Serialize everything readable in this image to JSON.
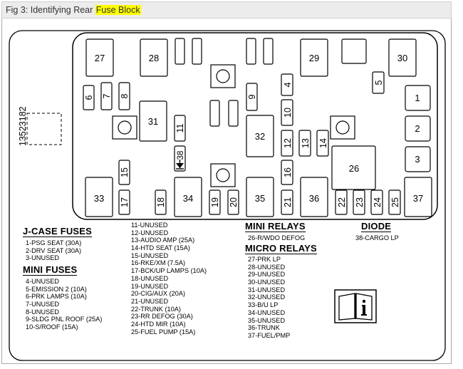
{
  "caption": {
    "prefix": "Fig 3: Identifying Rear ",
    "highlight": "Fuse Block"
  },
  "part_number": "13523182",
  "fuse_labels": {
    "r27": "27",
    "r28": "28",
    "r29": "29",
    "r30": "30",
    "r31": "31",
    "r32": "32",
    "r26": "26",
    "r33": "33",
    "r34": "34",
    "r35": "35",
    "r36": "36",
    "r37": "37",
    "f1": "1",
    "f2": "2",
    "f3": "3",
    "f4": "4",
    "f5": "5",
    "f6": "6",
    "f7": "7",
    "f8": "8",
    "f9": "9",
    "f10": "10",
    "f11": "11",
    "f12": "12",
    "f13": "13",
    "f14": "14",
    "f15": "15",
    "f16": "16",
    "f17": "17",
    "f18": "18",
    "f19": "19",
    "f20": "20",
    "f21": "21",
    "f22": "22",
    "f23": "23",
    "f24": "24",
    "f25": "25",
    "d38": "38"
  },
  "legend": {
    "jcase_title": "J-CASE FUSES",
    "jcase": [
      "1-PSG SEAT (30A)",
      "2-DRV SEAT (30A)",
      "3-UNUSED"
    ],
    "mini_fuses_title": "MINI FUSES",
    "mini_fuses": [
      "4-UNUSED",
      "5-EMISSION 2 (10A)",
      "6-PRK LAMPS (10A)",
      "7-UNUSED",
      "8-UNUSED",
      "9-SLDG PNL ROOF (25A)",
      "10-S/ROOF (15A)"
    ],
    "mini_fuses_2": [
      "11-UNUSED",
      "12-UNUSED",
      "13-AUDIO AMP (25A)",
      "14-HTD SEAT (15A)",
      "15-UNUSED",
      "16-RKE/XM (7.5A)",
      "17-BCK/UP LAMPS (10A)",
      "18-UNUSED",
      "19-UNUSED",
      "20-CIG/AUX (20A)",
      "21-UNUSED",
      "22-TRUNK (10A)",
      "23-RR DEFOG (30A)",
      "24-HTD MIR (10A)",
      "25-FUEL PUMP (15A)"
    ],
    "mini_relays_title": "MINI RELAYS",
    "mini_relays": [
      "26-R/WDO DEFOG"
    ],
    "micro_relays_title": "MICRO RELAYS",
    "micro_relays": [
      "27-PRK LP",
      "28-UNUSED",
      "29-UNUSED",
      "30-UNUSED",
      "31-UNUSED",
      "32-UNUSED",
      "33-B/U LP",
      "34-UNUSED",
      "35-UNUSED",
      "36-TRUNK",
      "37-FUEL/PMP"
    ],
    "diode_title": "DIODE",
    "diode": [
      "38-CARGO LP"
    ]
  },
  "icons": [
    "manual-info-icon",
    "mounting-hole-icon",
    "diode-arrow-icon"
  ]
}
